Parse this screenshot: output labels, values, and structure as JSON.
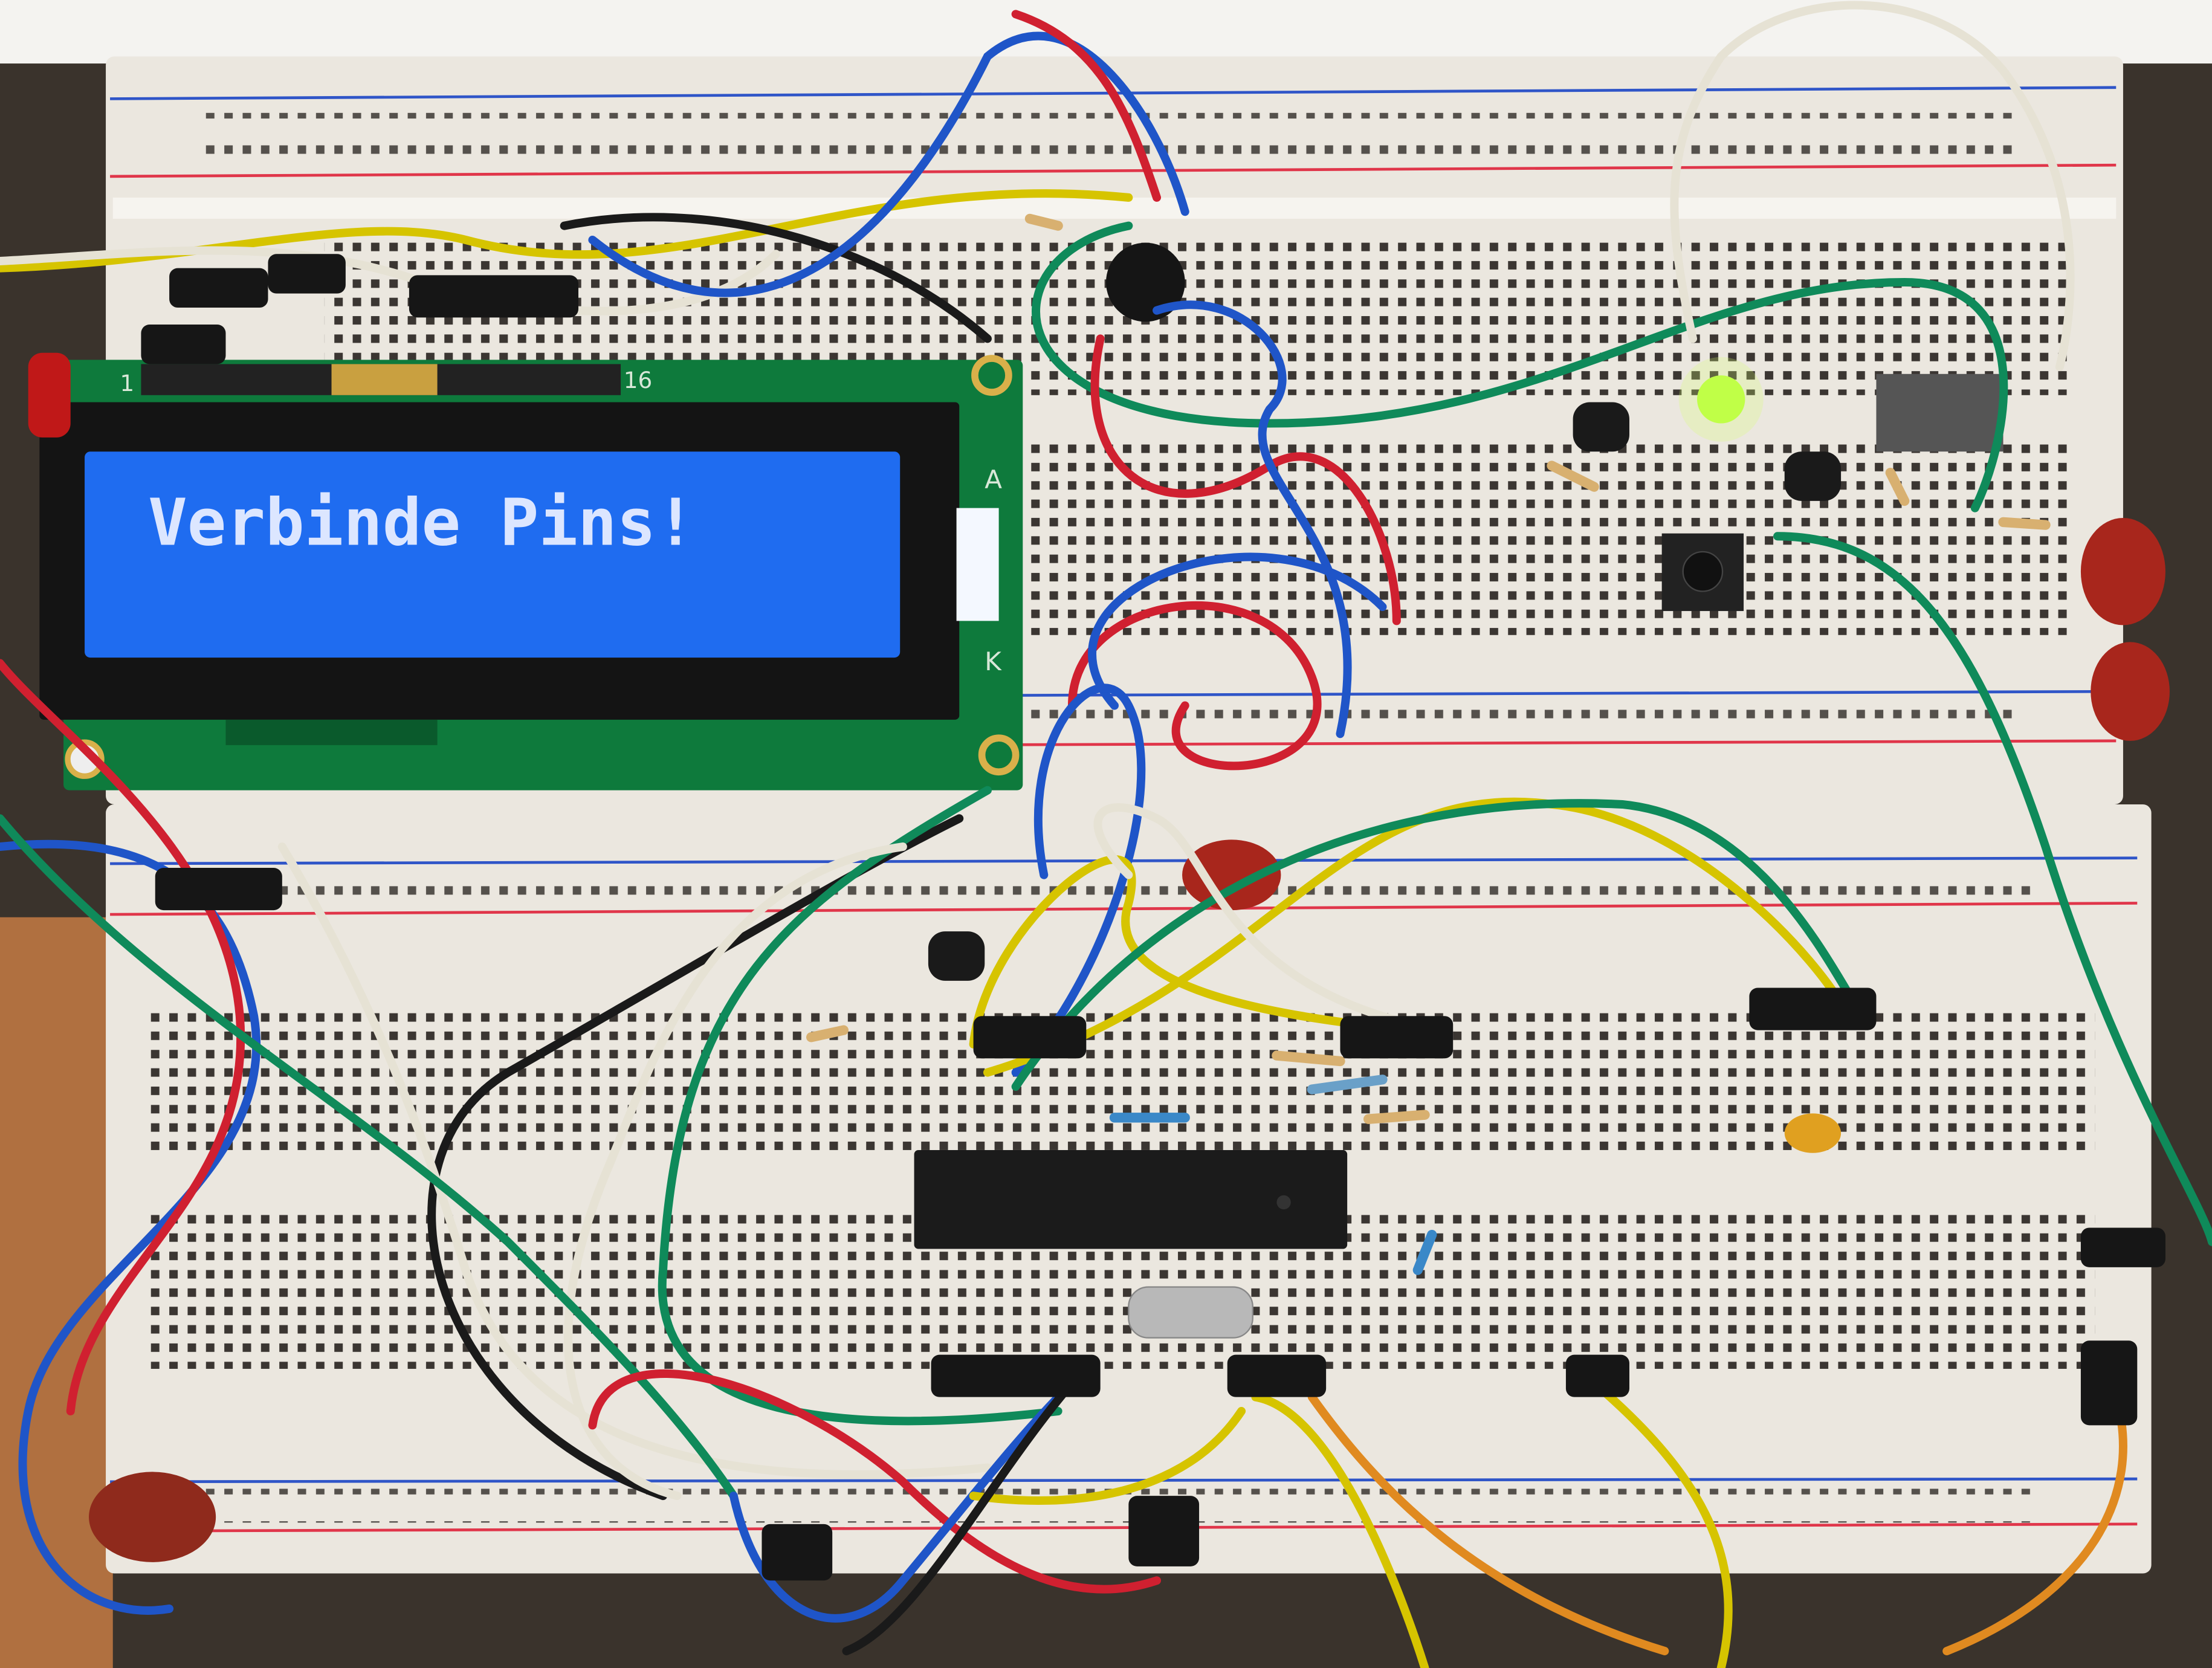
{
  "scene": {
    "lcd": {
      "line1": "Verbinde Pins!",
      "line2": "",
      "pin_first_label": "1",
      "pin_last_label": "16",
      "anode_label": "A",
      "cathode_label": "K"
    },
    "colors": {
      "lcd_backlight": "#1f6cf0",
      "lcd_text": "#dce6ff",
      "pcb": "#0e7a3c",
      "breadboard": "#ece8e0",
      "rail_red": "#e0364a",
      "rail_blue": "#2f55c8",
      "led": "#b8ff3a"
    }
  }
}
